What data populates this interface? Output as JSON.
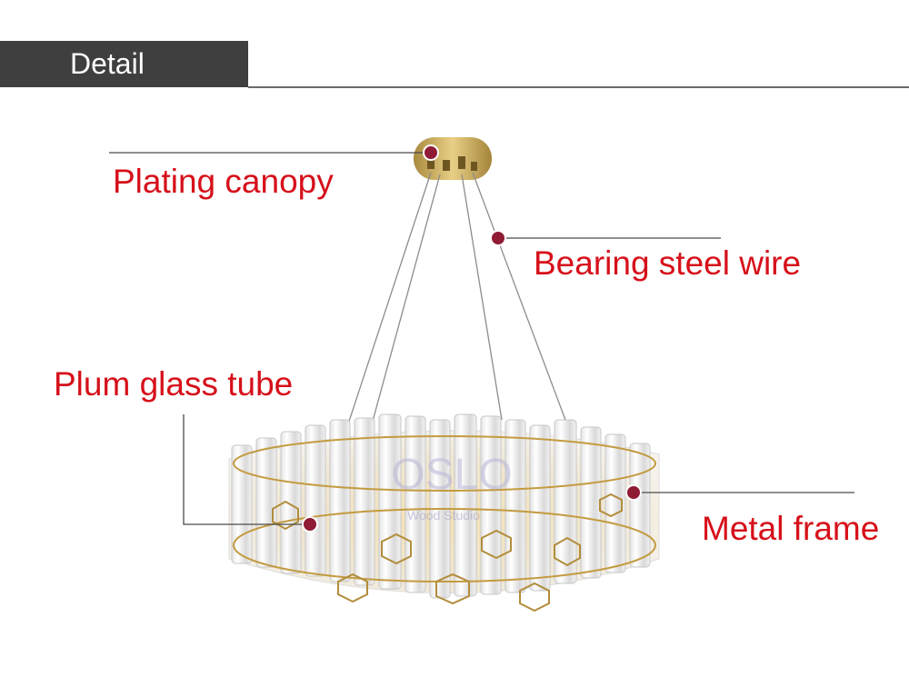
{
  "header": {
    "title": "Detail"
  },
  "callouts": {
    "canopy": "Plating canopy",
    "wire": "Bearing steel wire",
    "tube": "Plum glass tube",
    "frame": "Metal frame"
  },
  "watermark": {
    "brand": "OSLO",
    "sub": "Wood Studio"
  },
  "colors": {
    "header_bg": "#3f3f3f",
    "label_red": "#d6101a",
    "marker": "#8f1b35",
    "gold": "#c9a44a",
    "leader_line": "#4a4a4a"
  }
}
